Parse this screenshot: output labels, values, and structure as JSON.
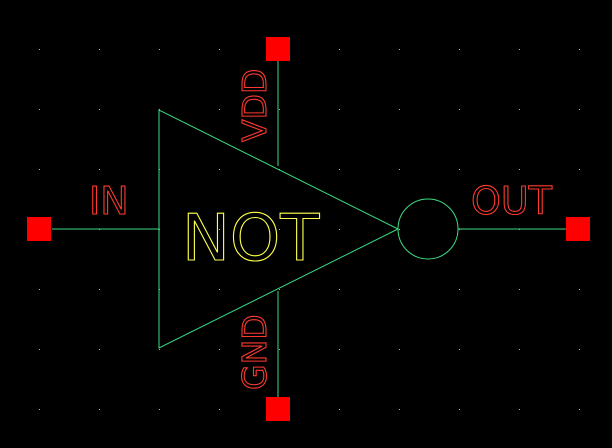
{
  "colors": {
    "background": "#000000",
    "grid_dot": "#b4b4b4",
    "wire": "#3ddc84",
    "pin": "#ff0000",
    "label": "#ff3b2f",
    "gate_text": "#ffff4d"
  },
  "schematic": {
    "gate_label": "NOT",
    "pins": {
      "in": "IN",
      "out": "OUT",
      "vdd": "VDD",
      "gnd": "GND"
    }
  }
}
